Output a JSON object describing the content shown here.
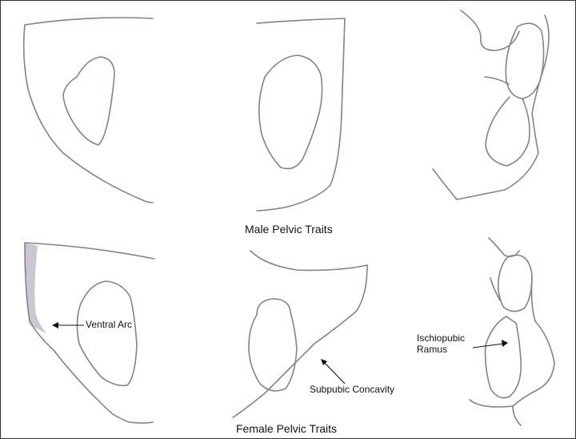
{
  "captions": {
    "male": "Male Pelvic Traits",
    "female": "Female Pelvic Traits"
  },
  "labels": {
    "ventral_arc": "Ventral Arc",
    "subpubic_concavity": "Subpubic Concavity",
    "ischiopubic_ramus_line1": "Ischiopubic",
    "ischiopubic_ramus_line2": "Ramus"
  },
  "colors": {
    "outline": "#8a7f86",
    "text": "#111111",
    "shading": "#b9b3c2"
  }
}
